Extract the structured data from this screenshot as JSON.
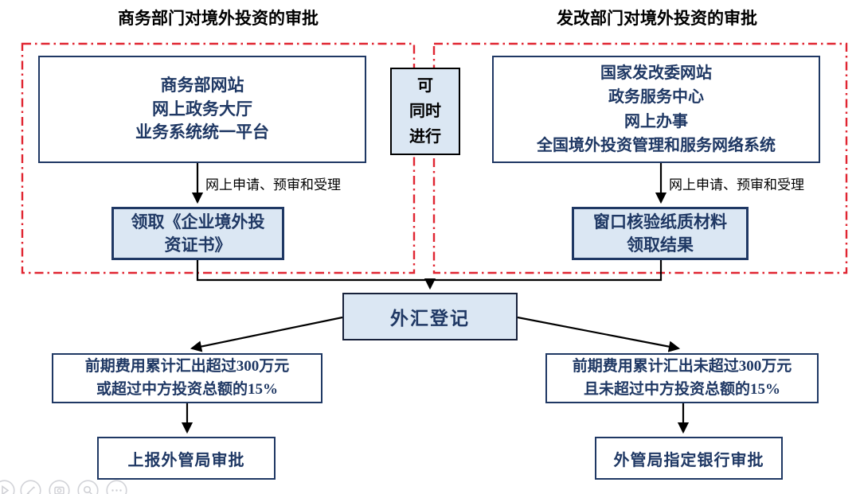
{
  "colors": {
    "accent_red": "#e02531",
    "navy": "#1f3864",
    "light_blue_fill": "#dbe7f3",
    "line_black": "#000000"
  },
  "titles": {
    "left": "商务部门对境外投资的审批",
    "right": "发改部门对境外投资的审批"
  },
  "parallel_note": "可\n同时\n进行",
  "left_flow": {
    "platform_box": "商务部网站\n网上政务大厅\n业务系统统一平台",
    "arrow_label": "网上申请、预审和受理",
    "result_box": "领取《企业境外投\n资证书》"
  },
  "right_flow": {
    "platform_box": "国家发改委网站\n政务服务中心\n网上办事\n全国境外投资管理和服务网络系统",
    "arrow_label": "网上申请、预审和受理",
    "result_box": "窗口核验纸质材料\n领取结果"
  },
  "forex_registration_box": "外汇登记",
  "branch_left": {
    "condition_box": "前期费用累计汇出超过300万元\n或超过中方投资总额的15%",
    "result_box": "上报外管局审批"
  },
  "branch_right": {
    "condition_box": "前期费用累计汇出未超过300万元\n且未超过中方投资总额的15%",
    "result_box": "外管局指定银行审批"
  },
  "viewer_toolbar": {
    "icons": [
      "play-icon",
      "edit-pencil-icon",
      "camera-icon",
      "search-icon",
      "more-ellipsis-icon"
    ]
  }
}
